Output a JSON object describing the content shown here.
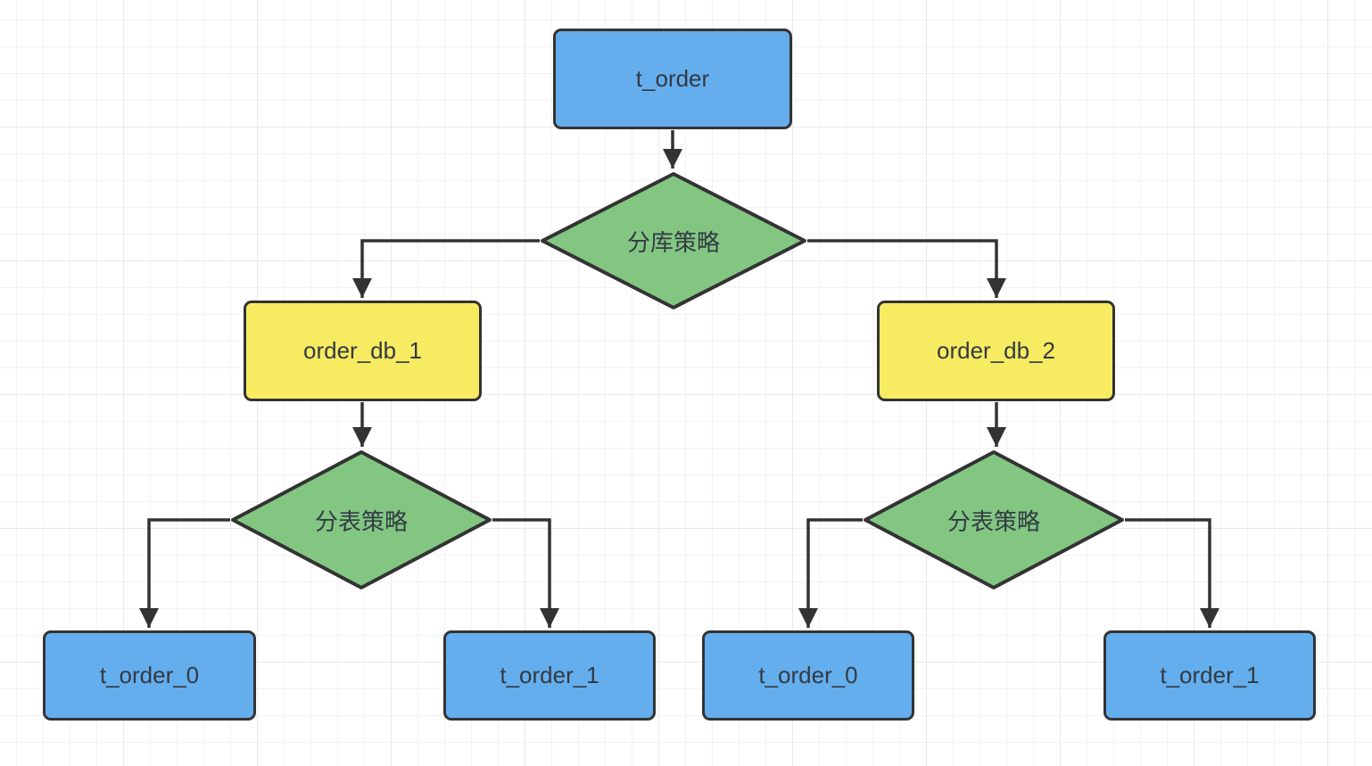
{
  "colors": {
    "table_node_fill": "#64aeee",
    "strategy_node_fill": "#82c682",
    "database_node_fill": "#f7eb61",
    "stroke": "#333333",
    "label_text": "#333a42",
    "grid_minor": "#f2f2f4",
    "grid_major": "#e9e9ec",
    "background": "#ffffff"
  },
  "diagram": {
    "root_table": {
      "label": "t_order"
    },
    "db_strategy": {
      "label": "分库策略"
    },
    "database_1": {
      "label": "order_db_1"
    },
    "database_2": {
      "label": "order_db_2"
    },
    "table_strategy_1": {
      "label": "分表策略"
    },
    "table_strategy_2": {
      "label": "分表策略"
    },
    "db1_table_0": {
      "label": "t_order_0"
    },
    "db1_table_1": {
      "label": "t_order_1"
    },
    "db2_table_0": {
      "label": "t_order_0"
    },
    "db2_table_1": {
      "label": "t_order_1"
    }
  }
}
